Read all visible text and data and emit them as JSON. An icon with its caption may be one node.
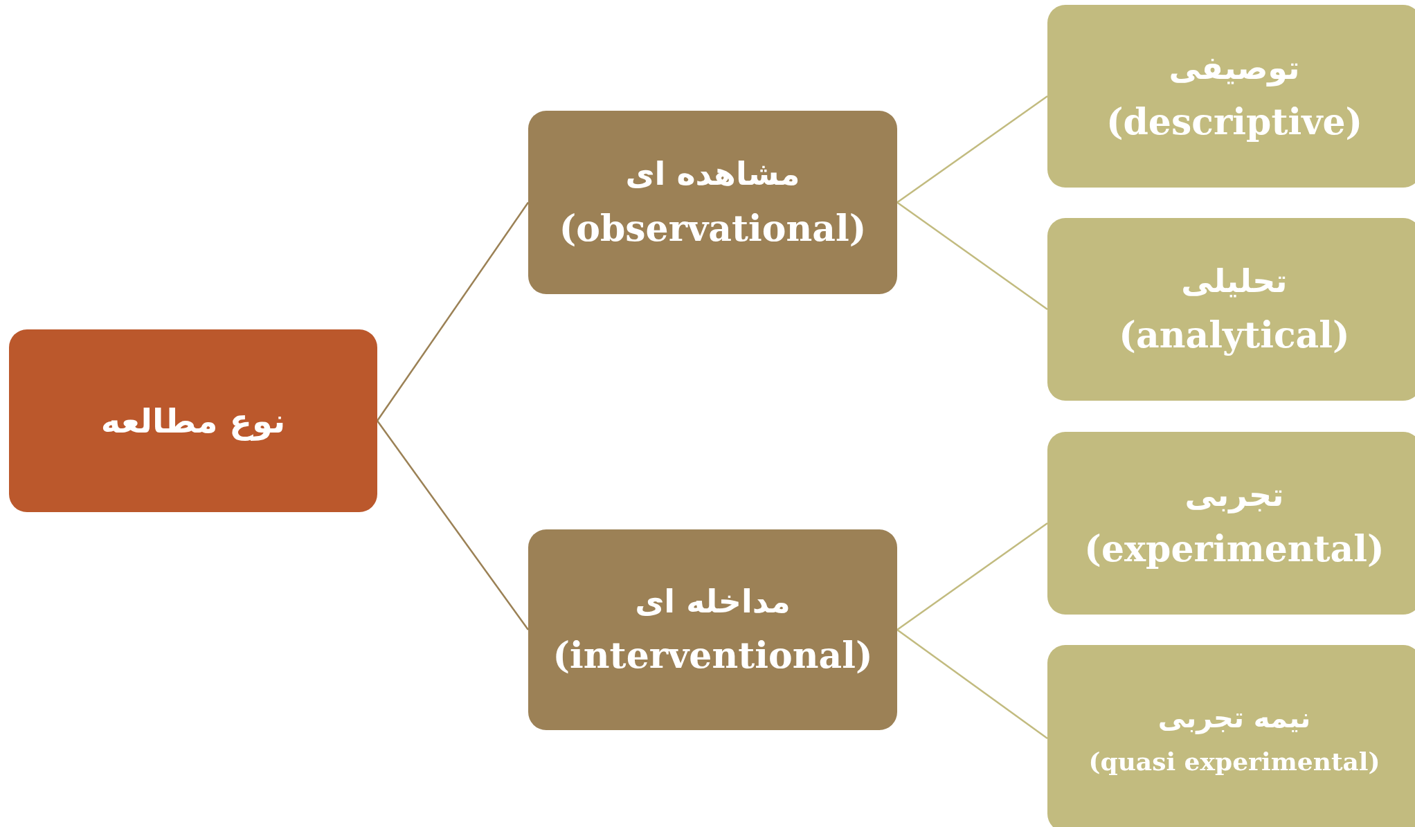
{
  "diagram": {
    "nodes": [
      {
        "text": [
          "نوع مطالعه"
        ]
      },
      {
        "text": [
          "مشاهده ای",
          "(observational)"
        ]
      },
      {
        "text": [
          "مداخله ای",
          "(interventional)"
        ]
      },
      {
        "text": [
          "توصیفی",
          "(descriptive)"
        ]
      },
      {
        "text": [
          "تحلیلی",
          "(analytical)"
        ]
      },
      {
        "text": [
          "تجربی",
          "(experimental)"
        ]
      },
      {
        "text": [
          "نیمه تجربی",
          "(quasi experimental)"
        ]
      }
    ],
    "edges": [
      {
        "from": 0,
        "to": 1,
        "arrow": "none",
        "color": "#9b8155"
      },
      {
        "from": 0,
        "to": 2,
        "arrow": "none",
        "color": "#9b8155"
      },
      {
        "from": 1,
        "to": 3,
        "arrow": "none"
      },
      {
        "from": 1,
        "to": 4,
        "arrow": "none"
      },
      {
        "from": 2,
        "to": 5,
        "arrow": "none"
      },
      {
        "from": 2,
        "to": 6,
        "arrow": "none"
      }
    ]
  }
}
